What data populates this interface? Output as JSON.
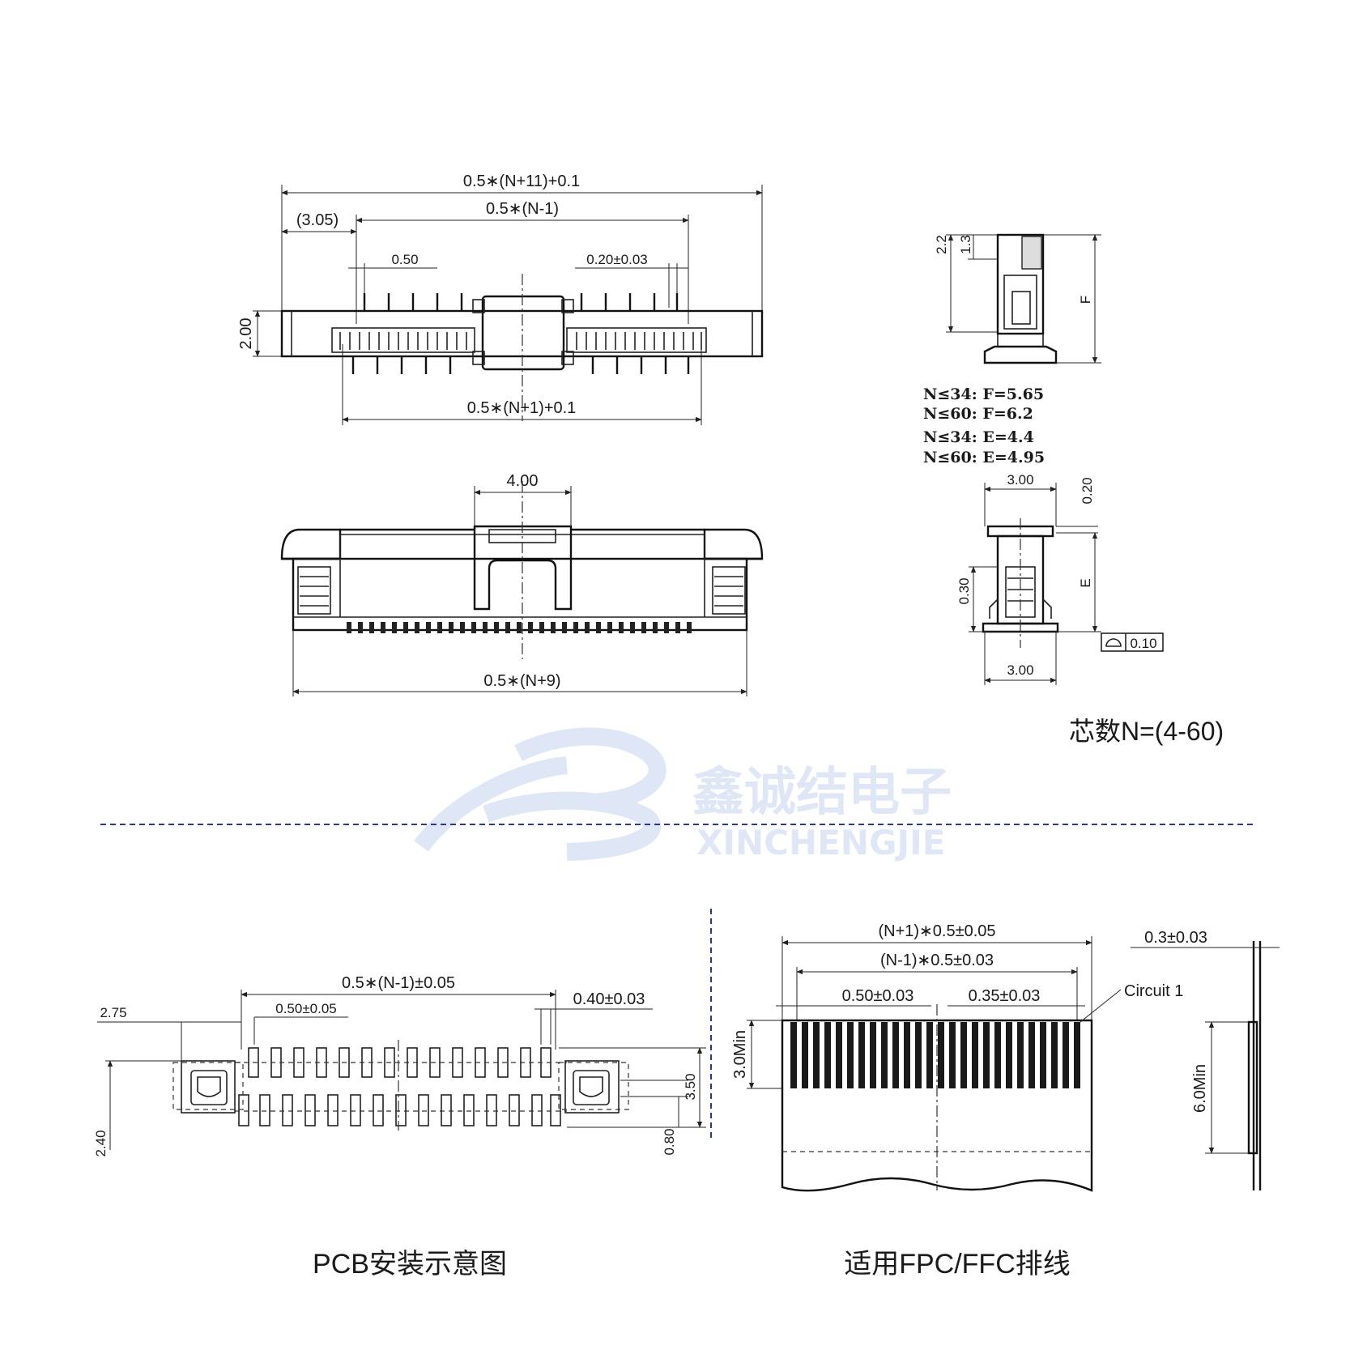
{
  "watermark": {
    "chinese": "鑫诚结电子",
    "latin": "XINCHENGJIE",
    "color": "#c5d3ef"
  },
  "front_view": {
    "overall_width": "0.5∗(N+11)+0.1",
    "offset": "(3.05)",
    "pitch_span": "0.5∗(N-1)",
    "pitch": "0.50",
    "pin_width": "0.20±0.03",
    "height": "2.00",
    "footprint_width": "0.5∗(N+1)+0.1"
  },
  "top_view": {
    "latch_width": "4.00",
    "body_width": "0.5∗(N+9)"
  },
  "side_view": {
    "dim_2_2": "2.2",
    "dim_1_3": "1.3",
    "dim_f": "F",
    "notes": [
      "N≤34: F=5.65",
      "N≤60: F=6.2",
      "N≤34: E=4.4",
      "N≤60: E=4.95"
    ],
    "width_top": "3.00",
    "dim_0_20": "0.20",
    "dim_e": "E",
    "dim_0_30": "0.30",
    "flatness": "0.10",
    "width_bottom": "3.00"
  },
  "pin_count_label": "芯数N=(4-60)",
  "pcb_layout": {
    "span": "0.5∗(N-1)±0.05",
    "pitch": "0.50±0.05",
    "pad_width": "0.40±0.03",
    "dim_2_75": "2.75",
    "dim_3_50": "3.50",
    "dim_2_40": "2.40",
    "dim_0_80": "0.80",
    "caption": "PCB安装示意图"
  },
  "fpc_ffc": {
    "overall": "(N+1)∗0.5±0.05",
    "span": "(N-1)∗0.5±0.03",
    "pitch": "0.50±0.03",
    "conductor_width": "0.35±0.03",
    "circuit_label": "Circuit  1",
    "thickness": "0.3±0.03",
    "contact_length": "3.0Min",
    "stiffener_length": "6.0Min",
    "caption": "适用FPC/FFC排线"
  }
}
